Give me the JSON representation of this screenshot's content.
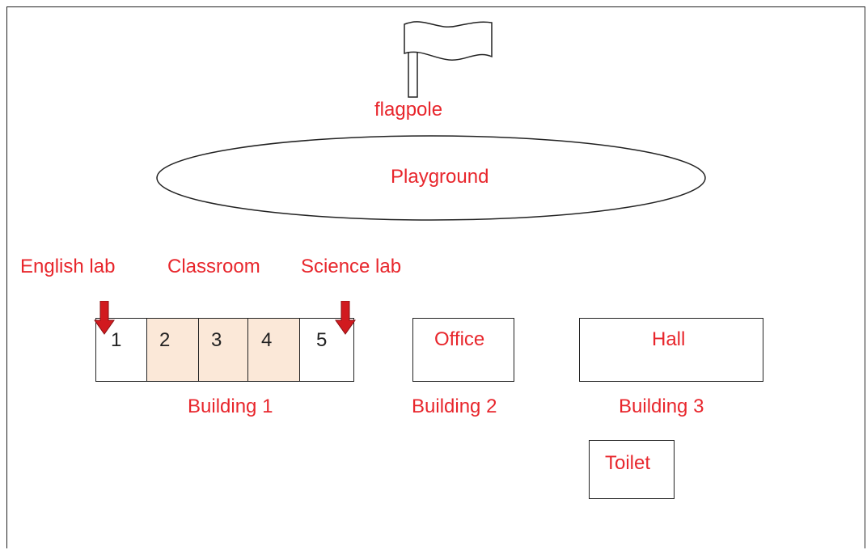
{
  "labels": {
    "flagpole": "flagpole",
    "playground": "Playground",
    "english_lab": "English lab",
    "classroom": "Classroom",
    "science_lab": "Science lab",
    "building1": "Building 1",
    "building2": "Building 2",
    "building3": "Building 3",
    "office": "Office",
    "hall": "Hall",
    "toilet": "Toilet"
  },
  "rooms": [
    "1",
    "2",
    "3",
    "4",
    "5"
  ],
  "colors": {
    "label": "#e8262c",
    "line": "#222222",
    "shaded_room": "#fbe8d8",
    "arrow": "#d11a1f"
  },
  "icons": {
    "flag": "flag-icon",
    "arrow": "arrow-down-icon"
  }
}
